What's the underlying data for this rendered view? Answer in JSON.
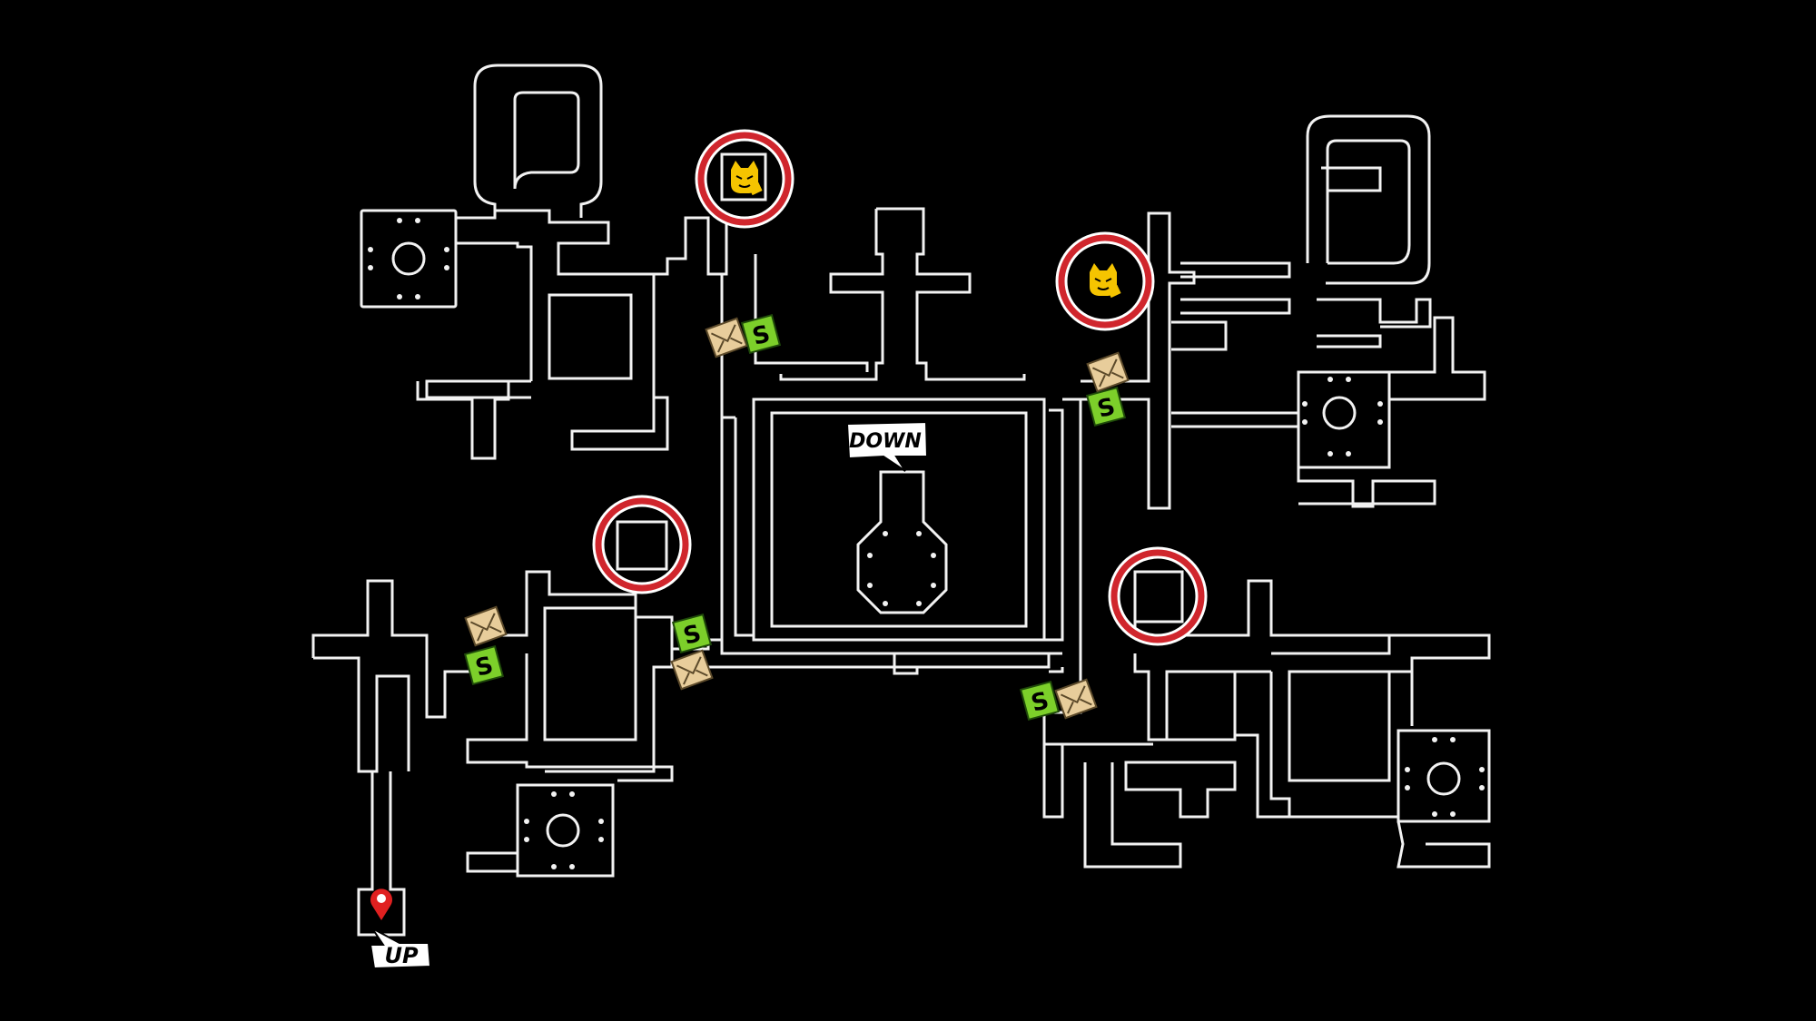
{
  "map": {
    "title": "",
    "background_color": "#000000",
    "wall_color": "#f2f2f2",
    "highlight_color": "#d0262d",
    "safe_room_color": "#7ccf2a",
    "cat_icon_color": "#f5c400"
  },
  "markers": {
    "up_label": "UP",
    "down_label": "DOWN",
    "player_location": {
      "icon": "map-pin-icon",
      "color": "#e02020"
    },
    "safe_room_letter": "S",
    "highlighted_rooms": [
      {
        "id": "room-1",
        "content": "cat-icon"
      },
      {
        "id": "room-2",
        "content": "cat-icon"
      },
      {
        "id": "room-3",
        "content": "empty"
      },
      {
        "id": "room-4",
        "content": "empty"
      }
    ],
    "safe_room_count": 5,
    "door_icon_count": 5
  }
}
